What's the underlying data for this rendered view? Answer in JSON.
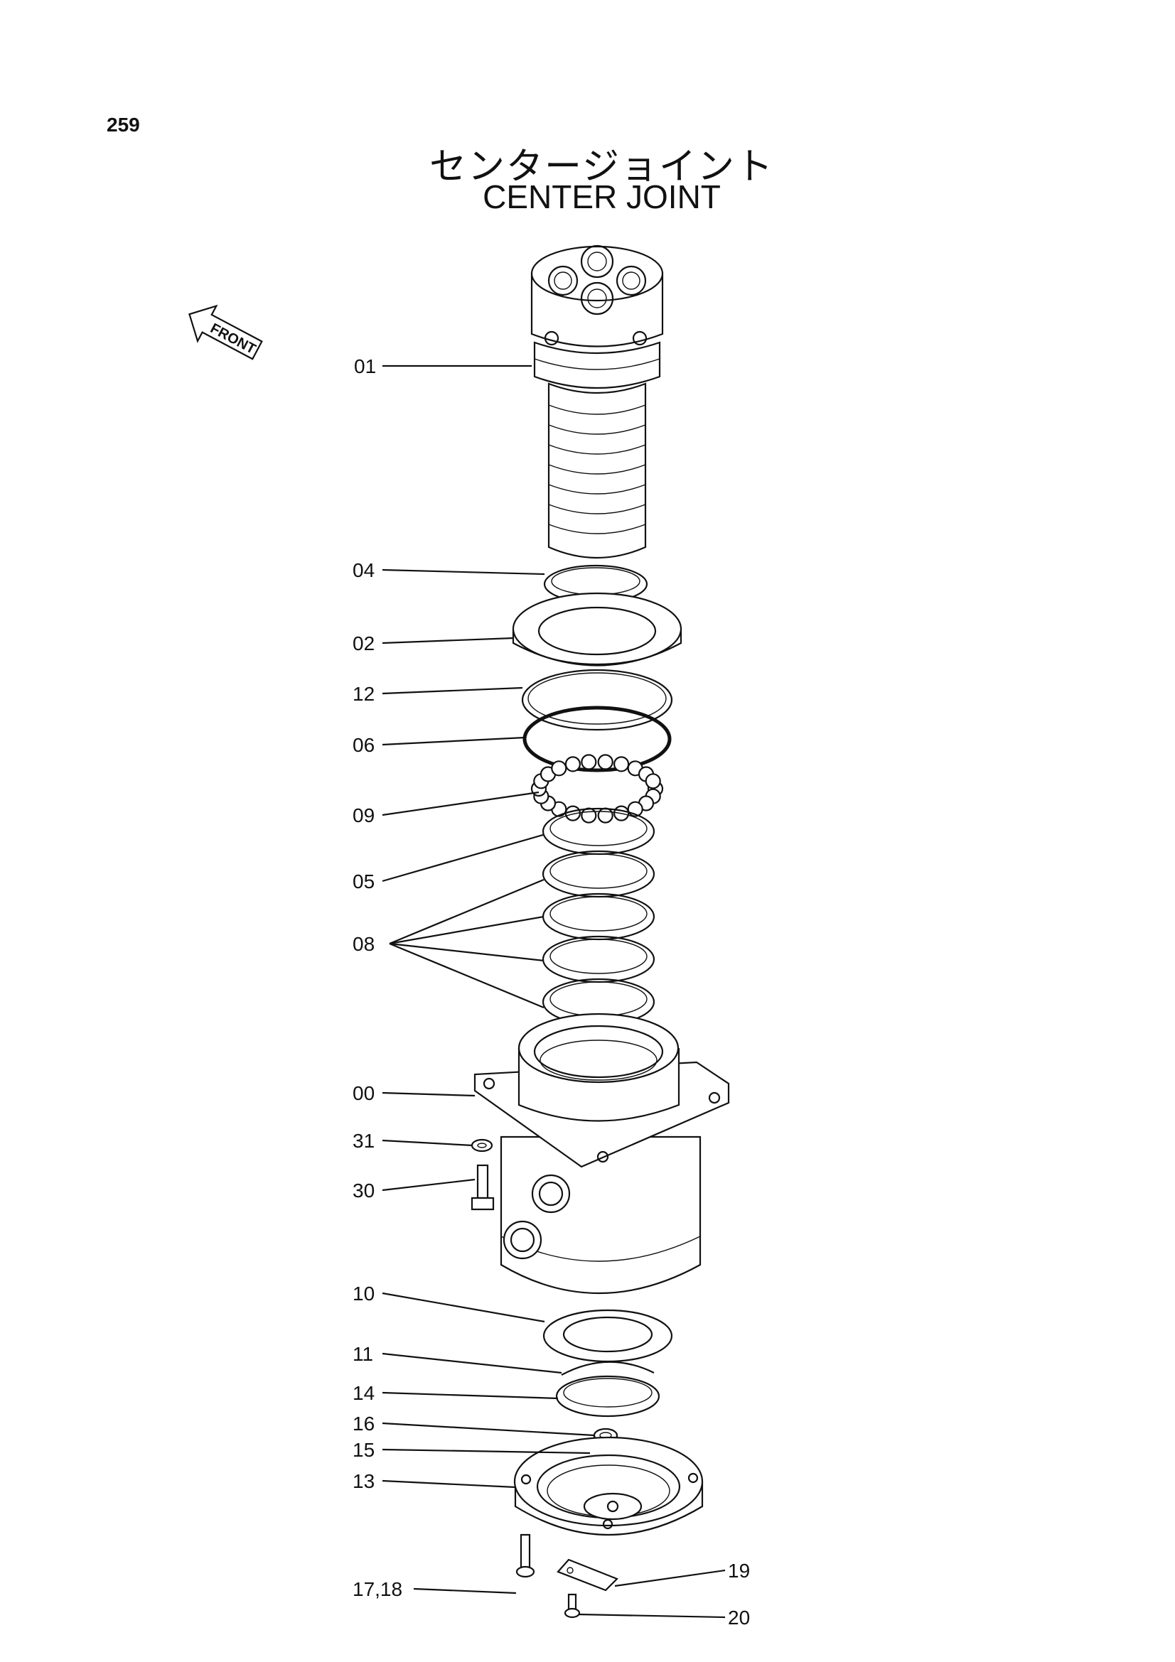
{
  "page": {
    "number": "259"
  },
  "title": {
    "japanese": "センタージョイント",
    "english": "CENTER JOINT"
  },
  "front_marker": {
    "label": "FRONT",
    "icon": "front-arrow-icon"
  },
  "parts": [
    {
      "label": "01"
    },
    {
      "label": "04"
    },
    {
      "label": "02"
    },
    {
      "label": "12"
    },
    {
      "label": "06"
    },
    {
      "label": "09"
    },
    {
      "label": "05"
    },
    {
      "label": "08"
    },
    {
      "label": "00"
    },
    {
      "label": "31"
    },
    {
      "label": "30"
    },
    {
      "label": "10"
    },
    {
      "label": "11"
    },
    {
      "label": "14"
    },
    {
      "label": "16"
    },
    {
      "label": "15"
    },
    {
      "label": "13"
    },
    {
      "label": "17,18"
    },
    {
      "label": "19"
    },
    {
      "label": "20"
    }
  ]
}
